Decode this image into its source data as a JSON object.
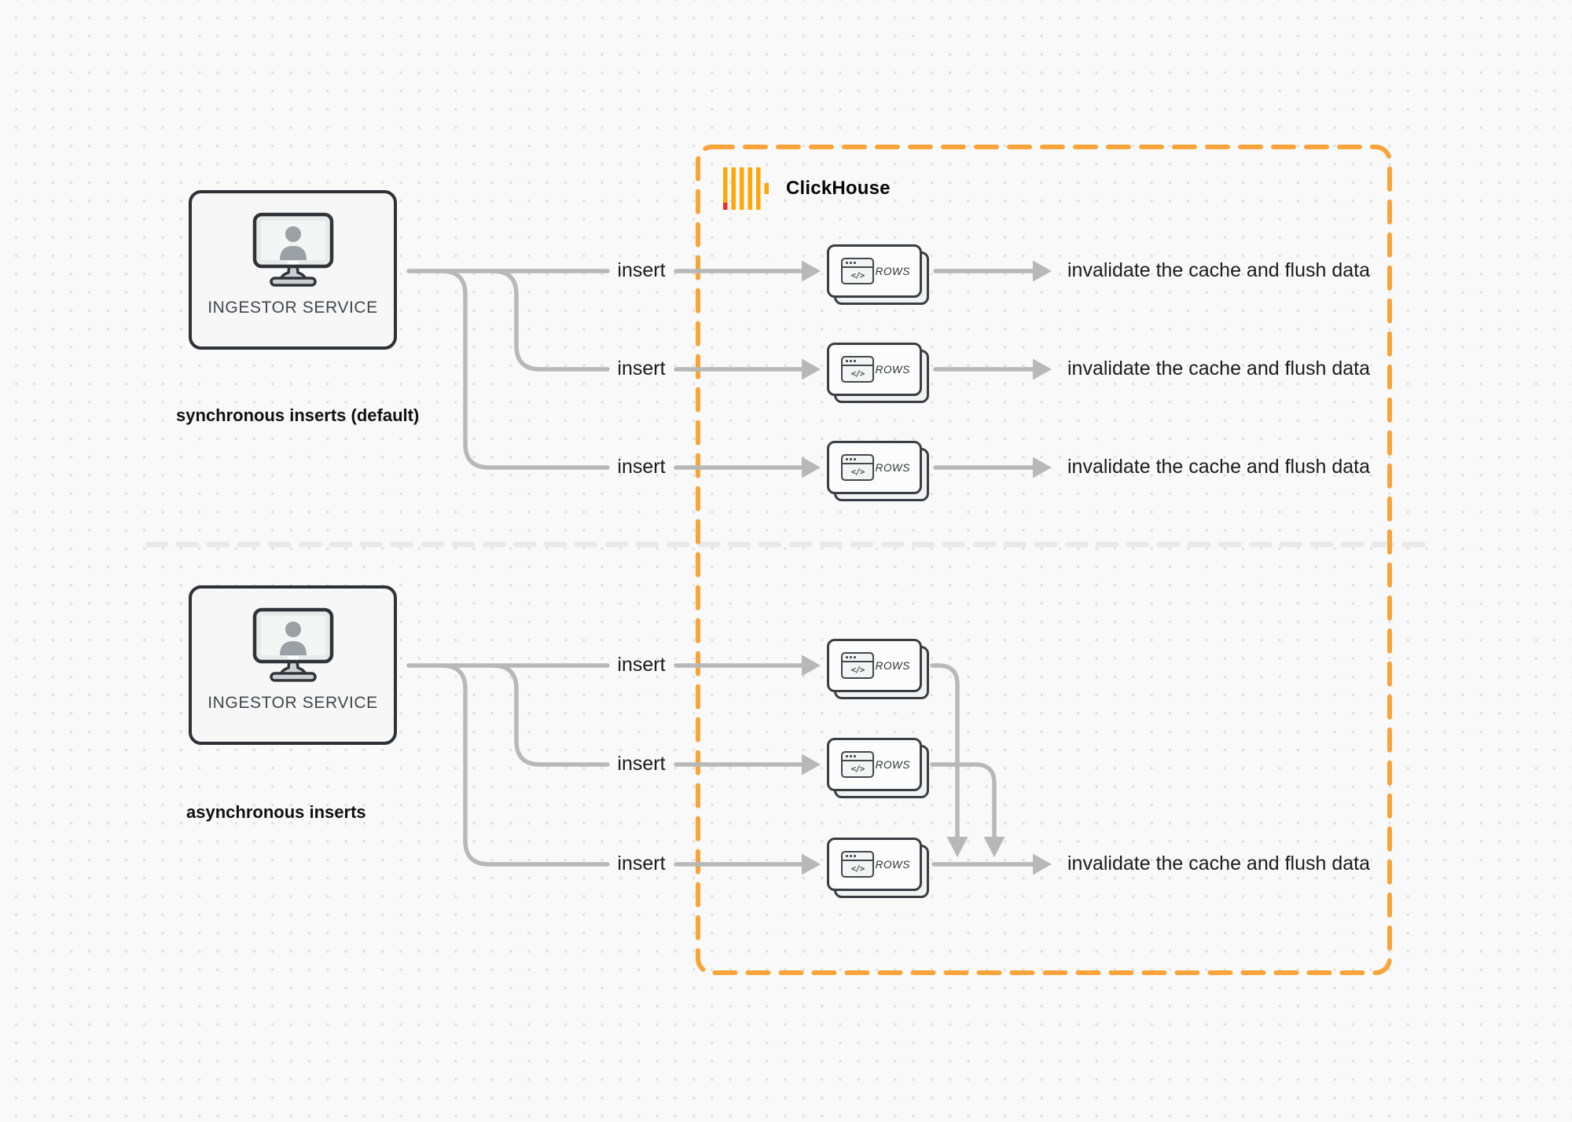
{
  "labels": {
    "service": "INGESTOR SERVICE",
    "insert": "insert",
    "rows": "ROWS",
    "outcome": "invalidate the cache and flush data",
    "clickhouse": "ClickHouse"
  },
  "sections": {
    "sync": {
      "caption": "synchronous inserts (default)"
    },
    "async": {
      "caption": "asynchronous inserts"
    }
  },
  "icons": {
    "service": "monitor-user-icon",
    "rows": "code-window-icon",
    "clickhouse": "clickhouse-logo-icon"
  },
  "colors": {
    "accent-orange": "#F9A43B",
    "logo-amber": "#FCA70A",
    "logo-red": "#F02C2C",
    "connector-gray": "#B8B8B8",
    "divider-gray": "#E9E9E9",
    "ink": "#141414",
    "box-border": "#2E3237",
    "card-border": "#3A3E43",
    "bg": "#F8F9F8",
    "dot": "#E1E2E2"
  }
}
